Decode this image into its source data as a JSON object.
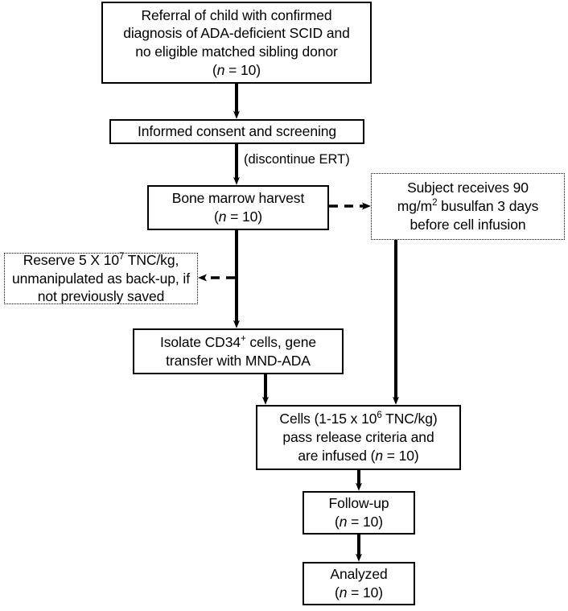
{
  "diagram": {
    "title": "ADA-deficient SCID gene therapy trial flow diagram",
    "stroke_color": "#000000",
    "background_color": "#ffffff",
    "nodes": [
      {
        "id": "referral",
        "border": "solid",
        "lines": [
          "Referral of child with confirmed",
          "diagnosis of ADA-deficient SCID and",
          "no eligible matched sibling donor",
          "(n = 10)"
        ]
      },
      {
        "id": "consent",
        "border": "solid",
        "lines": [
          "Informed consent and screening"
        ]
      },
      {
        "id": "harvest",
        "border": "solid",
        "lines": [
          "Bone marrow harvest",
          "(n = 10)"
        ]
      },
      {
        "id": "busulfan",
        "border": "dotted",
        "lines": [
          "Subject receives 90",
          "mg/m2 busulfan 3 days",
          "before cell infusion"
        ]
      },
      {
        "id": "reserve",
        "border": "dotted",
        "lines": [
          "Reserve 5 X 107 TNC/kg,",
          "unmanipulated as back-up, if",
          "not previously saved"
        ]
      },
      {
        "id": "isolate",
        "border": "solid",
        "lines": [
          "Isolate CD34+ cells, gene",
          "transfer with MND-ADA"
        ]
      },
      {
        "id": "cells",
        "border": "solid",
        "lines": [
          "Cells (1-15 x 106 TNC/kg)",
          "pass release criteria and",
          "are infused (n = 10)"
        ]
      },
      {
        "id": "followup",
        "border": "solid",
        "lines": [
          "Follow-up",
          "(n = 10)"
        ]
      },
      {
        "id": "analyzed",
        "border": "solid",
        "lines": [
          "Analyzed",
          "(n = 10)"
        ]
      }
    ],
    "edge_labels": [
      {
        "id": "discontinue-ert",
        "text": "(discontinue ERT)"
      }
    ]
  },
  "nodes": {
    "referral": {
      "line1": "Referral of child with confirmed",
      "line2": "diagnosis of ADA-deficient SCID and",
      "line3": "no eligible matched sibling donor",
      "n_prefix": "(",
      "n_italic": "n",
      "n_suffix": " = 10)"
    },
    "consent": {
      "line1": "Informed consent and screening"
    },
    "harvest": {
      "line1": "Bone marrow harvest",
      "n_prefix": "(",
      "n_italic": "n",
      "n_suffix": " = 10)"
    },
    "busulfan": {
      "line1": "Subject receives 90",
      "line2a": "mg/m",
      "line2_sup": "2",
      "line2b": " busulfan 3 days",
      "line3": "before cell infusion"
    },
    "reserve": {
      "line1a": "Reserve 5 X 10",
      "line1_sup": "7",
      "line1b": " TNC/kg,",
      "line2": "unmanipulated as back-up, if",
      "line3": "not previously saved"
    },
    "isolate": {
      "line1a": "Isolate CD34",
      "line1_sup": "+",
      "line1b": " cells, gene",
      "line2": "transfer with MND-ADA"
    },
    "cells": {
      "line1a": "Cells (1-15 x 10",
      "line1_sup": "6",
      "line1b": " TNC/kg)",
      "line2": "pass release criteria and",
      "line3a": "are infused (",
      "line3_italic": "n",
      "line3b": " = 10)"
    },
    "followup": {
      "line1": "Follow-up",
      "n_prefix": "(",
      "n_italic": "n",
      "n_suffix": " = 10)"
    },
    "analyzed": {
      "line1": "Analyzed",
      "n_prefix": "(",
      "n_italic": "n",
      "n_suffix": " = 10)"
    }
  },
  "labels": {
    "discontinue_ert": "(discontinue ERT)"
  }
}
